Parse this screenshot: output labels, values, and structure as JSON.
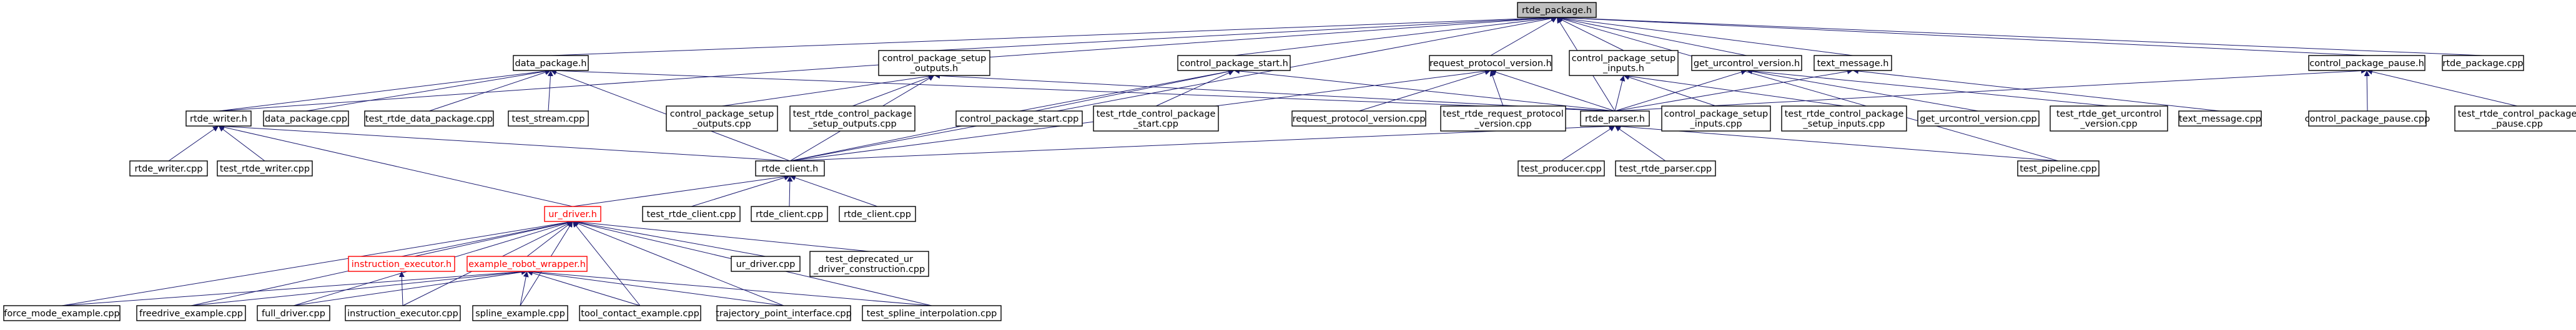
{
  "colors": {
    "edge": "#191970",
    "edge_red": "#ff0000",
    "current_fill": "#bfbfbf",
    "node_red": "#ff0000"
  },
  "nodes": {
    "rtde_package_h": {
      "lines": [
        "rtde_package.h"
      ],
      "current": true
    },
    "data_package_h": {
      "lines": [
        "data_package.h"
      ]
    },
    "control_package_setup_outputs_h": {
      "lines": [
        "control_package_setup",
        "_outputs.h"
      ]
    },
    "control_package_start_h": {
      "lines": [
        "control_package_start.h"
      ]
    },
    "request_protocol_version_h": {
      "lines": [
        "request_protocol_version.h"
      ]
    },
    "control_package_setup_inputs_h": {
      "lines": [
        "control_package_setup",
        "_inputs.h"
      ]
    },
    "get_urcontrol_version_h": {
      "lines": [
        "get_urcontrol_version.h"
      ]
    },
    "text_message_h": {
      "lines": [
        "text_message.h"
      ]
    },
    "control_package_pause_h": {
      "lines": [
        "control_package_pause.h"
      ]
    },
    "rtde_package_cpp": {
      "lines": [
        "rtde_package.cpp"
      ]
    },
    "rtde_writer_h": {
      "lines": [
        "rtde_writer.h"
      ]
    },
    "data_package_cpp": {
      "lines": [
        "data_package.cpp"
      ]
    },
    "test_rtde_data_package_cpp": {
      "lines": [
        "test_rtde_data_package.cpp"
      ]
    },
    "test_stream_cpp": {
      "lines": [
        "test_stream.cpp"
      ]
    },
    "control_package_setup_outputs_cpp": {
      "lines": [
        "control_package_setup",
        "_outputs.cpp"
      ]
    },
    "test_rtde_control_package_setup_outputs_cpp": {
      "lines": [
        "test_rtde_control_package",
        "_setup_outputs.cpp"
      ]
    },
    "control_package_start_cpp": {
      "lines": [
        "control_package_start.cpp"
      ]
    },
    "test_rtde_control_package_start_cpp": {
      "lines": [
        "test_rtde_control_package",
        "_start.cpp"
      ]
    },
    "request_protocol_version_cpp": {
      "lines": [
        "request_protocol_version.cpp"
      ]
    },
    "test_rtde_request_protocol_version_cpp": {
      "lines": [
        "test_rtde_request_protocol",
        "_version.cpp"
      ]
    },
    "rtde_parser_h": {
      "lines": [
        "rtde_parser.h"
      ]
    },
    "control_package_setup_inputs_cpp": {
      "lines": [
        "control_package_setup",
        "_inputs.cpp"
      ]
    },
    "test_rtde_control_package_setup_inputs_cpp": {
      "lines": [
        "test_rtde_control_package",
        "_setup_inputs.cpp"
      ]
    },
    "get_urcontrol_version_cpp": {
      "lines": [
        "get_urcontrol_version.cpp"
      ]
    },
    "test_rtde_get_urcontrol_version_cpp": {
      "lines": [
        "test_rtde_get_urcontrol",
        "_version.cpp"
      ]
    },
    "text_message_cpp": {
      "lines": [
        "text_message.cpp"
      ]
    },
    "control_package_pause_cpp": {
      "lines": [
        "control_package_pause.cpp"
      ]
    },
    "test_rtde_control_package_pause_cpp": {
      "lines": [
        "test_rtde_control_package",
        "_pause.cpp"
      ]
    },
    "rtde_writer_cpp": {
      "lines": [
        "rtde_writer.cpp"
      ]
    },
    "test_rtde_writer_cpp": {
      "lines": [
        "test_rtde_writer.cpp"
      ]
    },
    "rtde_client_h": {
      "lines": [
        "rtde_client.h"
      ]
    },
    "test_producer_cpp": {
      "lines": [
        "test_producer.cpp"
      ]
    },
    "test_rtde_parser_cpp": {
      "lines": [
        "test_rtde_parser.cpp"
      ]
    },
    "test_pipeline_cpp": {
      "lines": [
        "test_pipeline.cpp"
      ]
    },
    "ur_driver_h": {
      "lines": [
        "ur_driver.h"
      ],
      "red": true
    },
    "test_rtde_client_cpp": {
      "lines": [
        "test_rtde_client.cpp"
      ]
    },
    "rtde_client_cpp_a": {
      "lines": [
        "rtde_client.cpp"
      ]
    },
    "rtde_client_cpp_b": {
      "lines": [
        "rtde_client.cpp"
      ]
    },
    "instruction_executor_h": {
      "lines": [
        "instruction_executor.h"
      ],
      "red": true
    },
    "example_robot_wrapper_h": {
      "lines": [
        "example_robot_wrapper.h"
      ],
      "red": true
    },
    "ur_driver_cpp": {
      "lines": [
        "ur_driver.cpp"
      ]
    },
    "test_deprecated_ur_driver_construction_cpp": {
      "lines": [
        "test_deprecated_ur",
        "_driver_construction.cpp"
      ]
    },
    "force_mode_example_cpp": {
      "lines": [
        "force_mode_example.cpp"
      ]
    },
    "freedrive_example_cpp": {
      "lines": [
        "freedrive_example.cpp"
      ]
    },
    "full_driver_cpp": {
      "lines": [
        "full_driver.cpp"
      ]
    },
    "instruction_executor_cpp": {
      "lines": [
        "instruction_executor.cpp"
      ]
    },
    "spline_example_cpp": {
      "lines": [
        "spline_example.cpp"
      ]
    },
    "tool_contact_example_cpp": {
      "lines": [
        "tool_contact_example.cpp"
      ]
    },
    "trajectory_point_interface_cpp": {
      "lines": [
        "trajectory_point_interface.cpp"
      ]
    },
    "test_spline_interpolation_cpp": {
      "lines": [
        "test_spline_interpolation.cpp"
      ]
    }
  },
  "edges": [
    [
      "data_package_h",
      "rtde_package_h"
    ],
    [
      "control_package_setup_outputs_h",
      "rtde_package_h"
    ],
    [
      "control_package_start_h",
      "rtde_package_h"
    ],
    [
      "request_protocol_version_h",
      "rtde_package_h"
    ],
    [
      "control_package_setup_inputs_h",
      "rtde_package_h"
    ],
    [
      "get_urcontrol_version_h",
      "rtde_package_h"
    ],
    [
      "text_message_h",
      "rtde_package_h"
    ],
    [
      "control_package_pause_h",
      "rtde_package_h"
    ],
    [
      "rtde_package_cpp",
      "rtde_package_h"
    ],
    [
      "rtde_writer_h",
      "rtde_package_h"
    ],
    [
      "rtde_client_h",
      "rtde_package_h"
    ],
    [
      "rtde_parser_h",
      "rtde_package_h"
    ],
    [
      "test_pipeline_cpp",
      "rtde_package_h"
    ],
    [
      "rtde_writer_h",
      "data_package_h"
    ],
    [
      "data_package_cpp",
      "data_package_h"
    ],
    [
      "test_rtde_data_package_cpp",
      "data_package_h"
    ],
    [
      "test_stream_cpp",
      "data_package_h"
    ],
    [
      "rtde_client_h",
      "data_package_h"
    ],
    [
      "rtde_parser_h",
      "data_package_h"
    ],
    [
      "control_package_setup_outputs_cpp",
      "control_package_setup_outputs_h"
    ],
    [
      "test_rtde_control_package_setup_outputs_cpp",
      "control_package_setup_outputs_h"
    ],
    [
      "rtde_client_h",
      "control_package_setup_outputs_h"
    ],
    [
      "rtde_parser_h",
      "control_package_setup_outputs_h"
    ],
    [
      "control_package_start_cpp",
      "control_package_start_h"
    ],
    [
      "test_rtde_control_package_start_cpp",
      "control_package_start_h"
    ],
    [
      "rtde_client_h",
      "control_package_start_h"
    ],
    [
      "rtde_parser_h",
      "control_package_start_h"
    ],
    [
      "request_protocol_version_cpp",
      "request_protocol_version_h"
    ],
    [
      "test_rtde_request_protocol_version_cpp",
      "request_protocol_version_h"
    ],
    [
      "rtde_client_h",
      "request_protocol_version_h"
    ],
    [
      "rtde_parser_h",
      "request_protocol_version_h"
    ],
    [
      "control_package_setup_inputs_cpp",
      "control_package_setup_inputs_h"
    ],
    [
      "test_rtde_control_package_setup_inputs_cpp",
      "control_package_setup_inputs_h"
    ],
    [
      "rtde_parser_h",
      "control_package_setup_inputs_h"
    ],
    [
      "get_urcontrol_version_cpp",
      "get_urcontrol_version_h"
    ],
    [
      "test_rtde_get_urcontrol_version_cpp",
      "get_urcontrol_version_h"
    ],
    [
      "rtde_parser_h",
      "get_urcontrol_version_h"
    ],
    [
      "text_message_cpp",
      "text_message_h"
    ],
    [
      "rtde_parser_h",
      "text_message_h"
    ],
    [
      "control_package_pause_cpp",
      "control_package_pause_h"
    ],
    [
      "test_rtde_control_package_pause_cpp",
      "control_package_pause_h"
    ],
    [
      "rtde_parser_h",
      "control_package_pause_h"
    ],
    [
      "rtde_writer_cpp",
      "rtde_writer_h"
    ],
    [
      "test_rtde_writer_cpp",
      "rtde_writer_h"
    ],
    [
      "rtde_client_h",
      "rtde_writer_h"
    ],
    [
      "ur_driver_h",
      "rtde_writer_h"
    ],
    [
      "rtde_client_h",
      "rtde_parser_h"
    ],
    [
      "test_producer_cpp",
      "rtde_parser_h"
    ],
    [
      "test_rtde_parser_cpp",
      "rtde_parser_h"
    ],
    [
      "test_pipeline_cpp",
      "rtde_parser_h"
    ],
    [
      "ur_driver_h",
      "rtde_client_h"
    ],
    [
      "test_rtde_client_cpp",
      "rtde_client_h"
    ],
    [
      "rtde_client_cpp_a",
      "rtde_client_h"
    ],
    [
      "rtde_client_cpp_b",
      "rtde_client_h"
    ],
    [
      "instruction_executor_h",
      "ur_driver_h"
    ],
    [
      "example_robot_wrapper_h",
      "ur_driver_h"
    ],
    [
      "ur_driver_cpp",
      "ur_driver_h"
    ],
    [
      "test_deprecated_ur_driver_construction_cpp",
      "ur_driver_h"
    ],
    [
      "force_mode_example_cpp",
      "ur_driver_h"
    ],
    [
      "freedrive_example_cpp",
      "ur_driver_h"
    ],
    [
      "full_driver_cpp",
      "ur_driver_h"
    ],
    [
      "instruction_executor_cpp",
      "ur_driver_h"
    ],
    [
      "spline_example_cpp",
      "ur_driver_h"
    ],
    [
      "tool_contact_example_cpp",
      "ur_driver_h"
    ],
    [
      "trajectory_point_interface_cpp",
      "ur_driver_h"
    ],
    [
      "test_spline_interpolation_cpp",
      "ur_driver_h"
    ],
    [
      "instruction_executor_cpp",
      "instruction_executor_h"
    ],
    [
      "force_mode_example_cpp",
      "example_robot_wrapper_h"
    ],
    [
      "freedrive_example_cpp",
      "example_robot_wrapper_h"
    ],
    [
      "full_driver_cpp",
      "example_robot_wrapper_h"
    ],
    [
      "spline_example_cpp",
      "example_robot_wrapper_h"
    ],
    [
      "tool_contact_example_cpp",
      "example_robot_wrapper_h"
    ],
    [
      "trajectory_point_interface_cpp",
      "example_robot_wrapper_h"
    ],
    [
      "test_spline_interpolation_cpp",
      "example_robot_wrapper_h"
    ]
  ]
}
